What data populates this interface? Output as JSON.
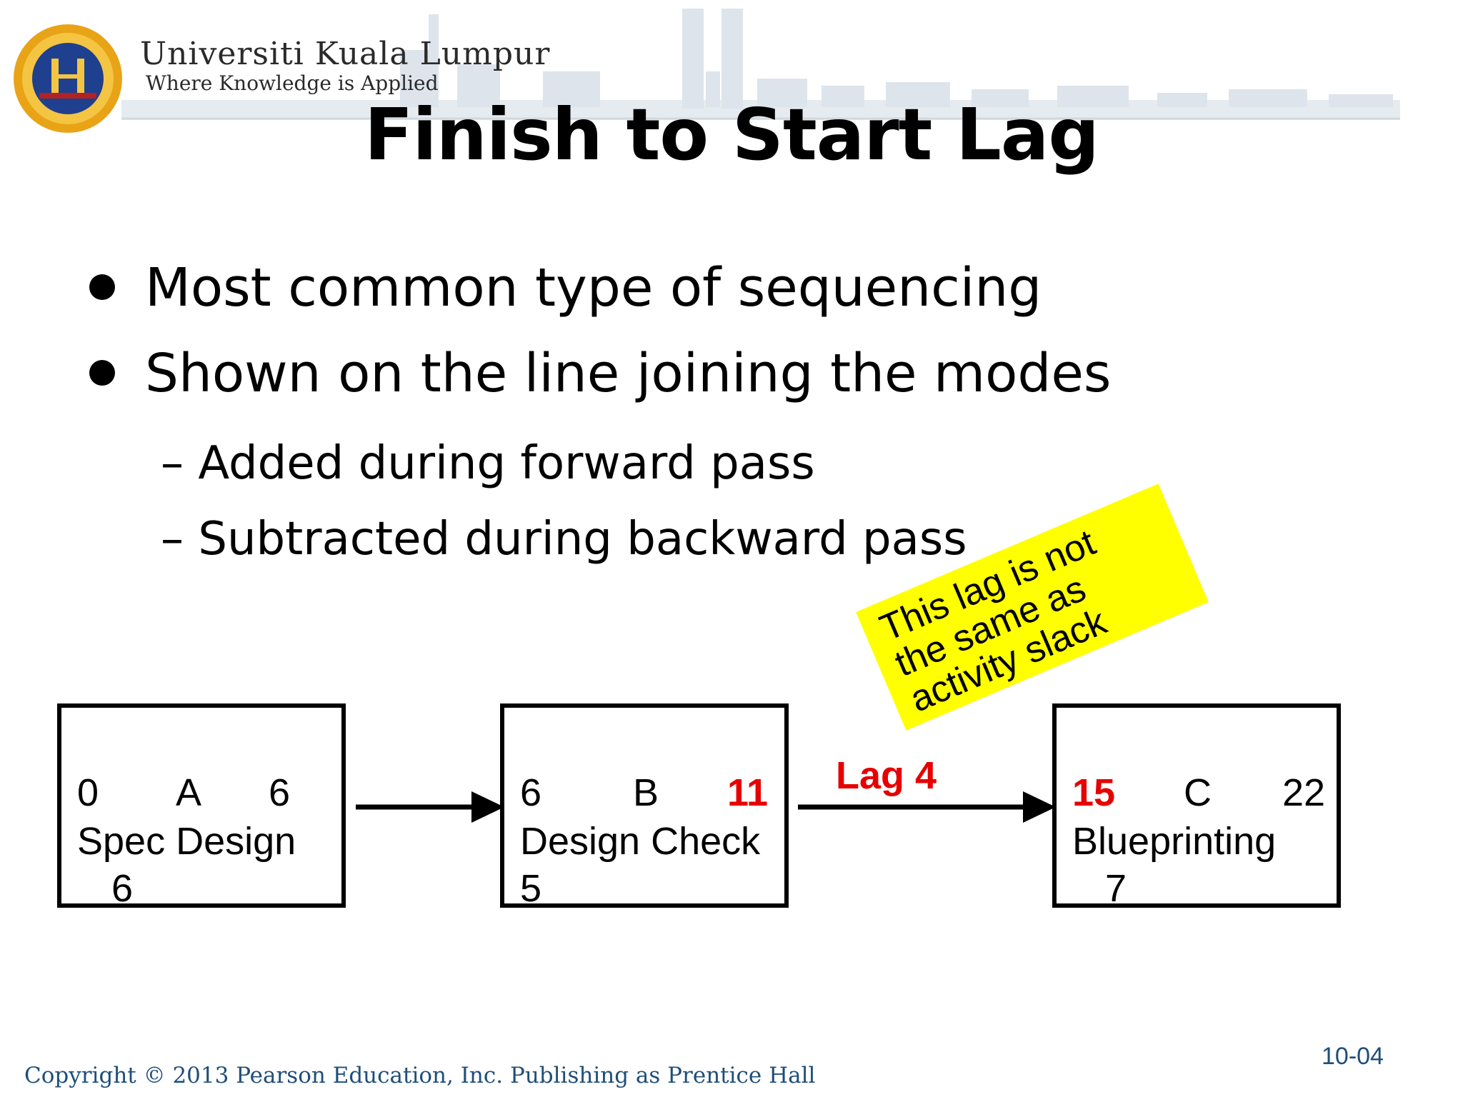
{
  "header": {
    "university_name": "Universiti Kuala Lumpur",
    "tagline": "Where Knowledge is Applied"
  },
  "title": "Finish to Start Lag",
  "bullets": [
    "Most common type of sequencing",
    "Shown on the line joining the modes"
  ],
  "sub_bullets": [
    "Added during forward pass",
    "Subtracted during backward pass"
  ],
  "callout": {
    "lines": [
      "This lag is not",
      "the same as",
      "activity slack"
    ],
    "color": "#ffff00"
  },
  "nodes": [
    {
      "start": "0",
      "id": "A",
      "finish": "6",
      "name": "Spec Design",
      "duration": "6"
    },
    {
      "start": "6",
      "id": "B",
      "finish": "11",
      "name": "Design Check",
      "duration": "5"
    },
    {
      "start": "15",
      "id": "C",
      "finish": "22",
      "name": "Blueprinting",
      "duration": "7"
    }
  ],
  "lag_label": "Lag 4",
  "highlight_color": "#e60000",
  "page_number": "10-04",
  "copyright": "Copyright © 2013 Pearson Education, Inc. Publishing as Prentice Hall"
}
